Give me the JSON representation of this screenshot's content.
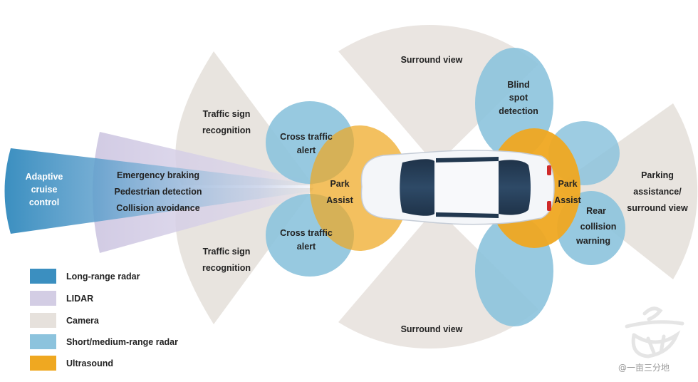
{
  "colors": {
    "long_range_radar": "#3b8fc0",
    "lidar": "#d3cde4",
    "camera": "#e6e1dc",
    "short_medium_radar": "#8cc3dd",
    "ultrasound": "#efa821",
    "car_body": "#f4f6f9",
    "car_glass": "#22384f"
  },
  "zones": {
    "adaptive_cruise": [
      "Adaptive",
      "cruise",
      "control"
    ],
    "lidar_lines": [
      "Emergency braking",
      "Pedestrian detection",
      "Collision avoidance"
    ],
    "traffic_sign_top": [
      "Traffic sign",
      "recognition"
    ],
    "traffic_sign_bottom": [
      "Traffic sign",
      "recognition"
    ],
    "cross_traffic_top": [
      "Cross traffic",
      "alert"
    ],
    "cross_traffic_bottom": [
      "Cross traffic",
      "alert"
    ],
    "park_assist_front": [
      "Park",
      "Assist"
    ],
    "park_assist_rear": [
      "Park",
      "Assist"
    ],
    "surround_view_top": "Surround view",
    "surround_view_bottom": "Surround view",
    "blind_spot": [
      "Blind",
      "spot",
      "detection"
    ],
    "rear_collision": [
      "Rear",
      "collision",
      "warning"
    ],
    "parking_assistance": [
      "Parking",
      "assistance/",
      "surround view"
    ]
  },
  "legend": [
    {
      "label": "Long-range radar",
      "color": "#3b8fc0"
    },
    {
      "label": "LIDAR",
      "color": "#d3cde4"
    },
    {
      "label": "Camera",
      "color": "#e6e1dc"
    },
    {
      "label": "Short/medium-range radar",
      "color": "#8cc3dd"
    },
    {
      "label": "Ultrasound",
      "color": "#efa821"
    }
  ],
  "watermark": "@一亩三分地"
}
